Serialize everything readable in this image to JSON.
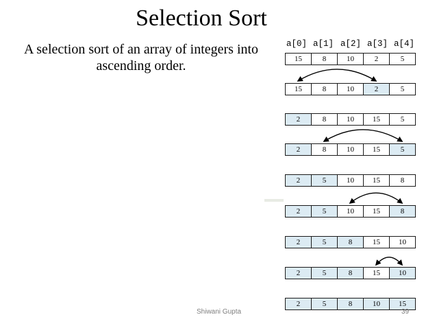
{
  "slide": {
    "title": "Selection Sort",
    "description": "A selection sort of an array of integers into ascending order.",
    "footer": "Shiwani Gupta",
    "page_number": "39"
  },
  "diagram": {
    "headers": [
      "a[0]",
      "a[1]",
      "a[2]",
      "a[3]",
      "a[4]"
    ],
    "rows": [
      {
        "values": [
          "15",
          "8",
          "10",
          "2",
          "5"
        ],
        "highlight": []
      },
      {
        "values": [
          "15",
          "8",
          "10",
          "2",
          "5"
        ],
        "highlight": [
          3
        ]
      },
      {
        "values": [
          "2",
          "8",
          "10",
          "15",
          "5"
        ],
        "highlight": [
          0
        ]
      },
      {
        "values": [
          "2",
          "8",
          "10",
          "15",
          "5"
        ],
        "highlight": [
          0,
          4
        ]
      },
      {
        "values": [
          "2",
          "5",
          "10",
          "15",
          "8"
        ],
        "highlight": [
          0,
          1
        ]
      },
      {
        "values": [
          "2",
          "5",
          "10",
          "15",
          "8"
        ],
        "highlight": [
          0,
          1,
          4
        ]
      },
      {
        "values": [
          "2",
          "5",
          "8",
          "15",
          "10"
        ],
        "highlight": [
          0,
          1,
          2
        ]
      },
      {
        "values": [
          "2",
          "5",
          "8",
          "15",
          "10"
        ],
        "highlight": [
          0,
          1,
          2,
          4
        ]
      },
      {
        "values": [
          "2",
          "5",
          "8",
          "10",
          "15"
        ],
        "highlight": [
          0,
          1,
          2,
          3,
          4
        ]
      }
    ],
    "swaps": [
      {
        "after_row": 0,
        "from": 0,
        "to": 3
      },
      {
        "after_row": 2,
        "from": 1,
        "to": 4
      },
      {
        "after_row": 4,
        "from": 2,
        "to": 4
      },
      {
        "after_row": 6,
        "from": 3,
        "to": 4
      }
    ]
  }
}
